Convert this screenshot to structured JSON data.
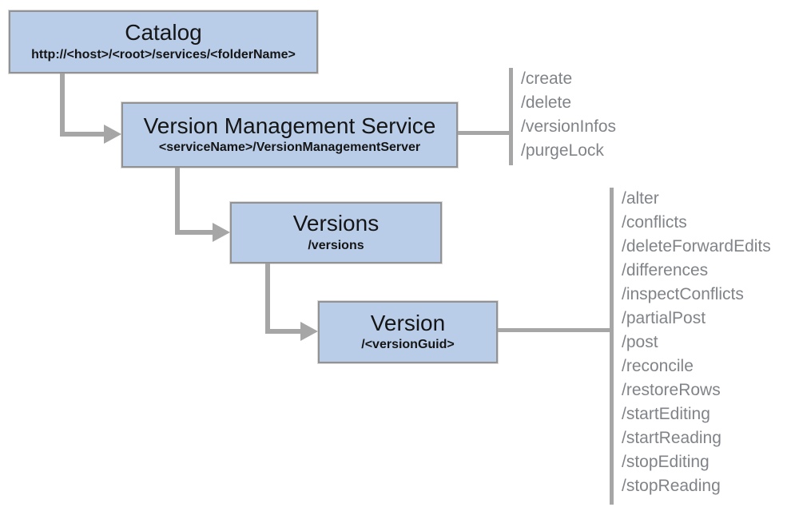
{
  "diagram": {
    "nodes": {
      "catalog": {
        "title": "Catalog",
        "subtitle": "http://<host>/<root>/services/<folderName>"
      },
      "vms": {
        "title": "Version Management Service",
        "subtitle": "<serviceName>/VersionManagementServer"
      },
      "versions": {
        "title": "Versions",
        "subtitle": "/versions"
      },
      "version": {
        "title": "Version",
        "subtitle": "/<versionGuid>"
      }
    },
    "vms_operations": [
      "/create",
      "/delete",
      "/versionInfos",
      "/purgeLock"
    ],
    "version_operations": [
      "/alter",
      "/conflicts",
      "/deleteForwardEdits",
      "/differences",
      "/inspectConflicts",
      "/partialPost",
      "/post",
      "/reconcile",
      "/restoreRows",
      "/startEditing",
      "/startReading",
      "/stopEditing",
      "/stopReading"
    ],
    "colors": {
      "node_fill": "#b9cde8",
      "node_border": "#929292",
      "connector": "#a6a6a6",
      "operation_text": "#808489",
      "node_text": "#151515"
    }
  }
}
